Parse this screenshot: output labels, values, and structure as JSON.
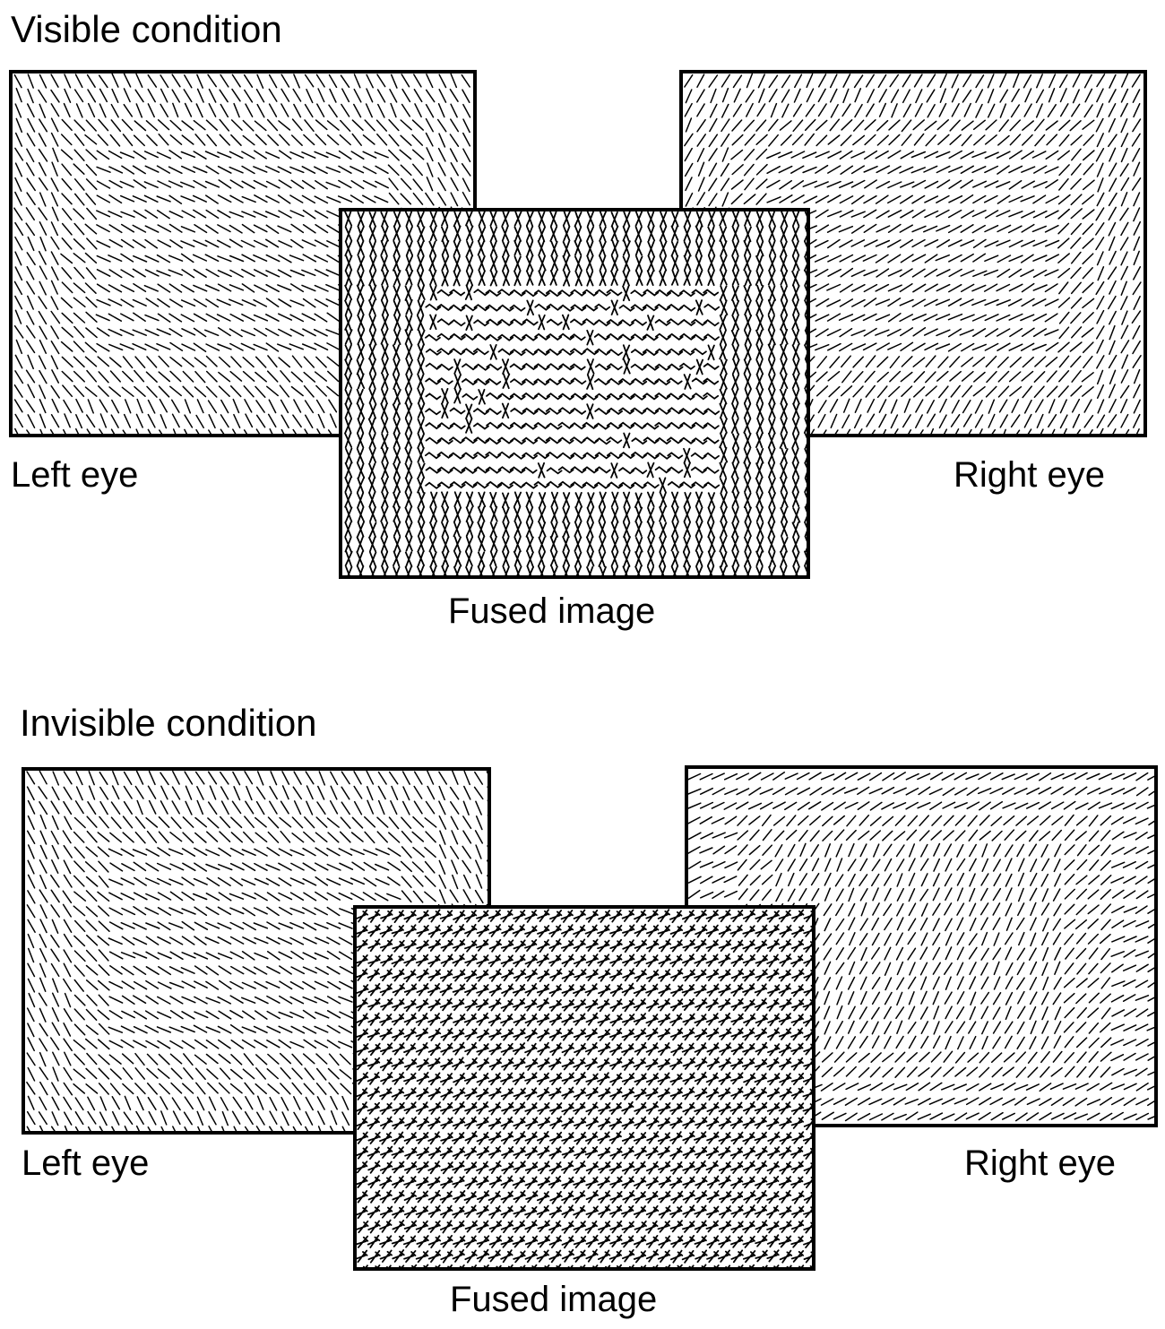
{
  "visible_condition": {
    "heading": "Visible condition",
    "left_eye_label": "Left eye",
    "right_eye_label": "Right eye",
    "fused_label": "Fused image"
  },
  "invisible_condition": {
    "heading": "Invisible condition",
    "left_eye_label": "Left eye",
    "right_eye_label": "Right eye",
    "fused_label": "Fused image"
  },
  "colors": {
    "ink": "#000000",
    "background": "#ffffff"
  }
}
